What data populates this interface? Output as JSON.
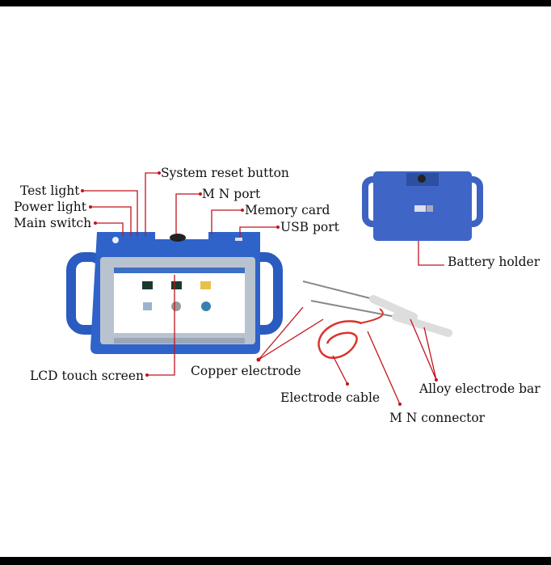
{
  "labels": {
    "system_reset": "System reset button",
    "test_light": "Test light",
    "mn_port": "M N port",
    "power_light": "Power light",
    "memory_card": "Memory card",
    "main_switch": "Main switch",
    "usb_port": "USB port",
    "battery_holder": "Battery holder",
    "lcd": "LCD touch screen",
    "copper_electrode": "Copper electrode",
    "electrode_cable": "Electrode cable",
    "alloy_bar": "Alloy electrode bar",
    "mn_connector": "M N connector"
  },
  "colors": {
    "device": "#2f63c9",
    "leader": "#c0141e",
    "screen_bezel": "#b9c3cf"
  }
}
